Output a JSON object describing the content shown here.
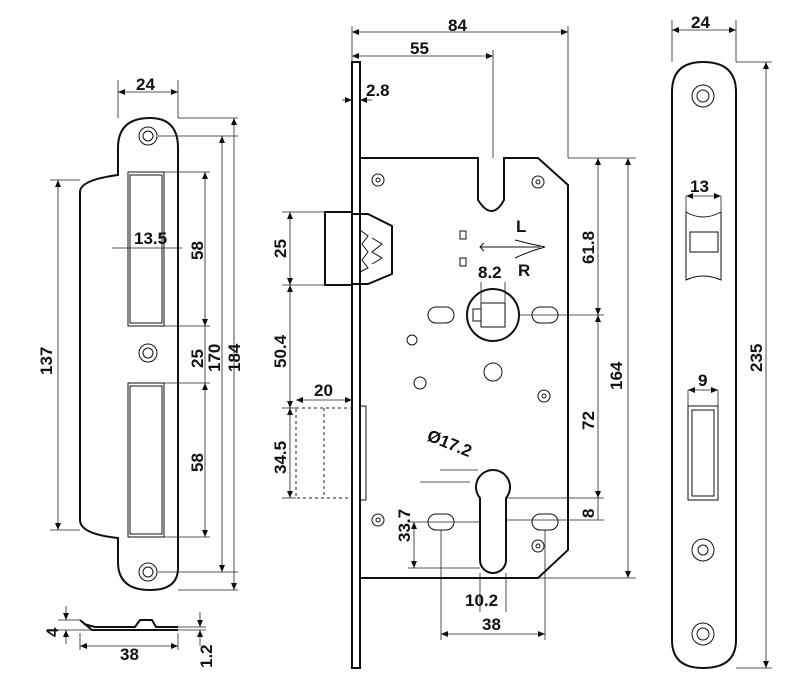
{
  "strike_plate": {
    "width": "24",
    "slot_width": "13.5",
    "slot_height_top": "58",
    "center_gap": "25",
    "slot_height_bottom": "58",
    "lip_height": "137",
    "hole_pitch": "170",
    "overall_height": "184",
    "profile_depth": "38",
    "profile_offset": "4",
    "thickness": "1.2"
  },
  "lock_body": {
    "overall_depth": "84",
    "backset": "55",
    "faceplate_thickness": "2.8",
    "latch_height": "25",
    "latch_to_deadbolt": "50.4",
    "bolt_projection": "20",
    "deadbolt_height": "34.5",
    "case_upper": "61.8",
    "spindle_square": "8.2",
    "hand_left": "L",
    "hand_right": "R",
    "case_height": "164",
    "spindle_to_cylinder": "72",
    "cylinder_diameter": "Ø17.2",
    "cylinder_offset": "33.7",
    "cylinder_lower": "8",
    "cylinder_width": "10.2",
    "fixing_pitch": "38"
  },
  "faceplate": {
    "width": "24",
    "latch_slot_width": "13",
    "deadbolt_slot_width": "9",
    "overall_height": "235"
  }
}
